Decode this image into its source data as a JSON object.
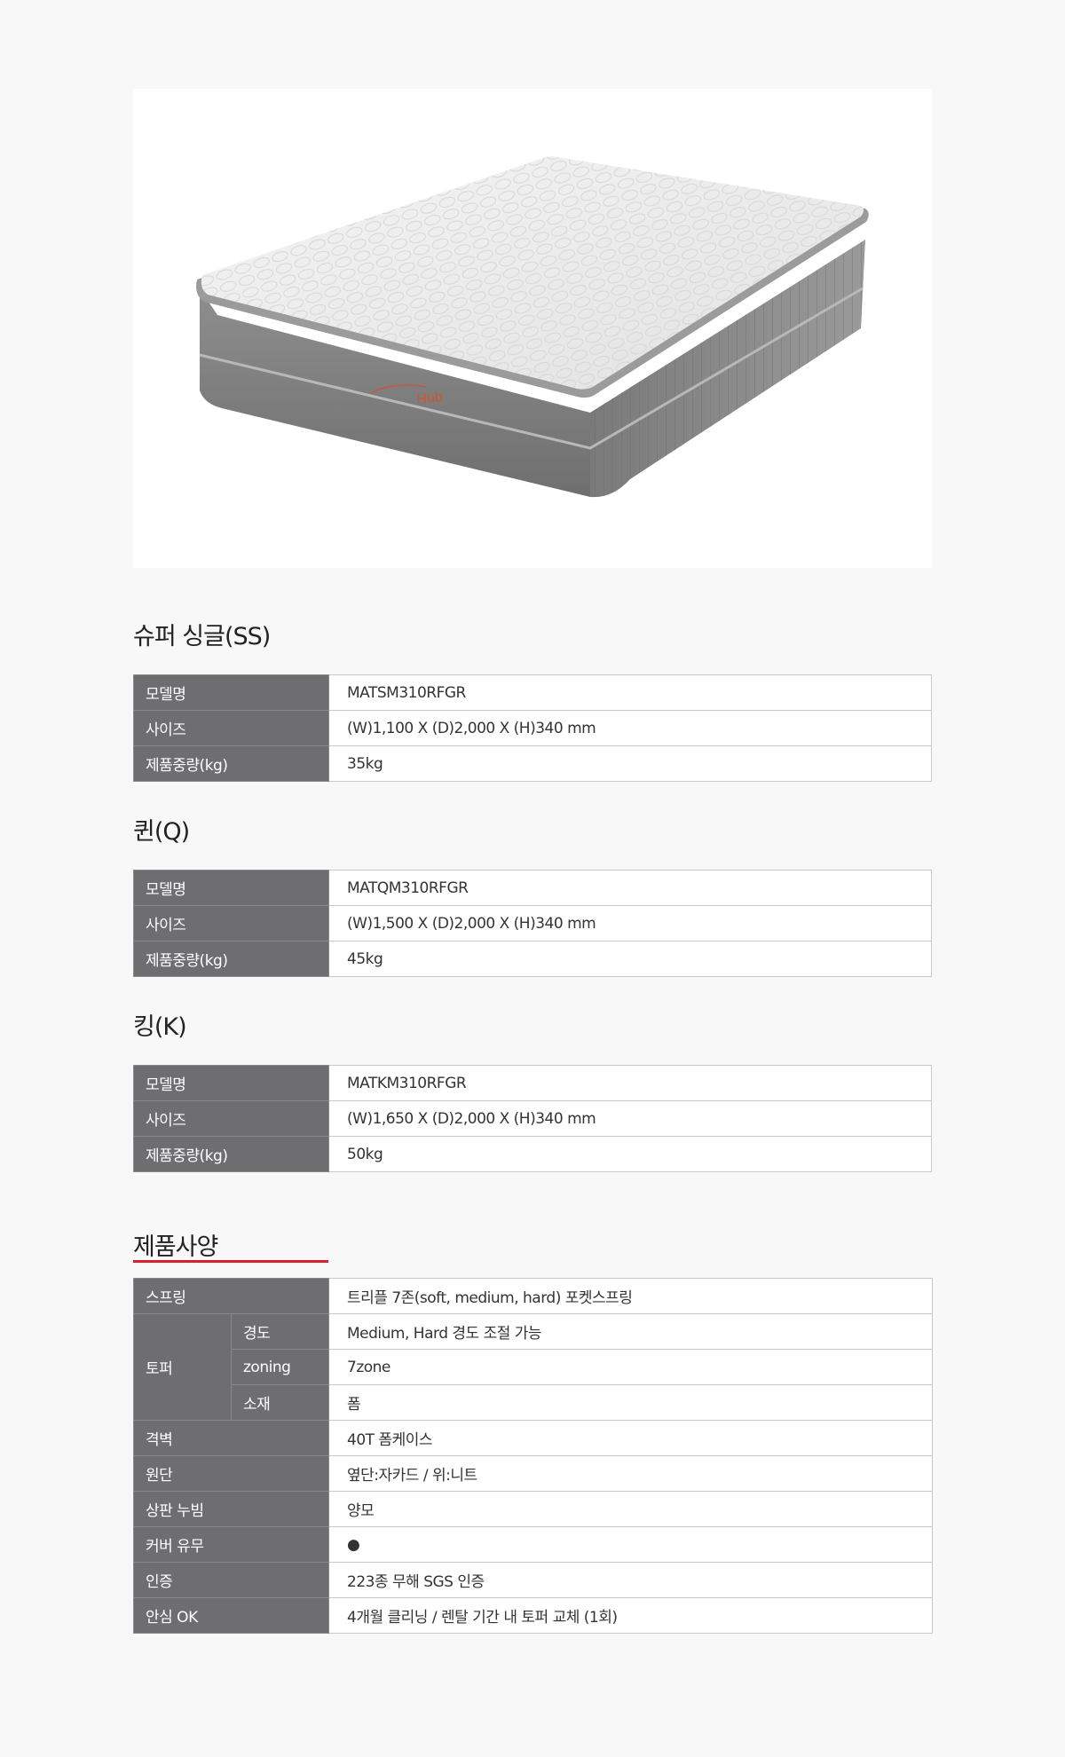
{
  "product_image": {
    "alt": "mattress",
    "logo_text": "Hub"
  },
  "sizes": [
    {
      "title": "슈퍼 싱글(SS)",
      "rows": [
        {
          "label": "모델명",
          "value": "MATSM310RFGR"
        },
        {
          "label": "사이즈",
          "value": "(W)1,100 X (D)2,000 X (H)340 mm"
        },
        {
          "label": "제품중량(kg)",
          "value": "35kg"
        }
      ]
    },
    {
      "title": "퀸(Q)",
      "rows": [
        {
          "label": "모델명",
          "value": "MATQM310RFGR"
        },
        {
          "label": "사이즈",
          "value": "(W)1,500 X (D)2,000 X (H)340 mm"
        },
        {
          "label": "제품중량(kg)",
          "value": "45kg"
        }
      ]
    },
    {
      "title": "킹(K)",
      "rows": [
        {
          "label": "모델명",
          "value": "MATKM310RFGR"
        },
        {
          "label": "사이즈",
          "value": "(W)1,650 X (D)2,000 X (H)340 mm"
        },
        {
          "label": "제품중량(kg)",
          "value": "50kg"
        }
      ]
    }
  ],
  "spec": {
    "heading": "제품사양",
    "spring": {
      "label": "스프링",
      "value": "트리플 7존(soft, medium, hard) 포켓스프링"
    },
    "topper": {
      "label": "토퍼",
      "sub": [
        {
          "label": "경도",
          "value": "Medium, Hard 경도 조절 가능"
        },
        {
          "label": "zoning",
          "value": "7zone"
        },
        {
          "label": "소재",
          "value": "폼"
        }
      ]
    },
    "rows": [
      {
        "label": "격벽",
        "value": "40T 폼케이스"
      },
      {
        "label": "원단",
        "value": "옆단:자카드 / 위:니트"
      },
      {
        "label": "상판 누빔",
        "value": "양모"
      },
      {
        "label": "커버 유무",
        "value": "●"
      },
      {
        "label": "인증",
        "value": "223종 무해 SGS 인증"
      },
      {
        "label": "안심 OK",
        "value": "4개월 클리닝 / 렌탈 기간 내 토퍼 교체 (1회)"
      }
    ]
  },
  "colors": {
    "label_bg": "#6e6e70",
    "accent_underline": "#d81f2a",
    "page_bg": "#f8f8f8"
  }
}
